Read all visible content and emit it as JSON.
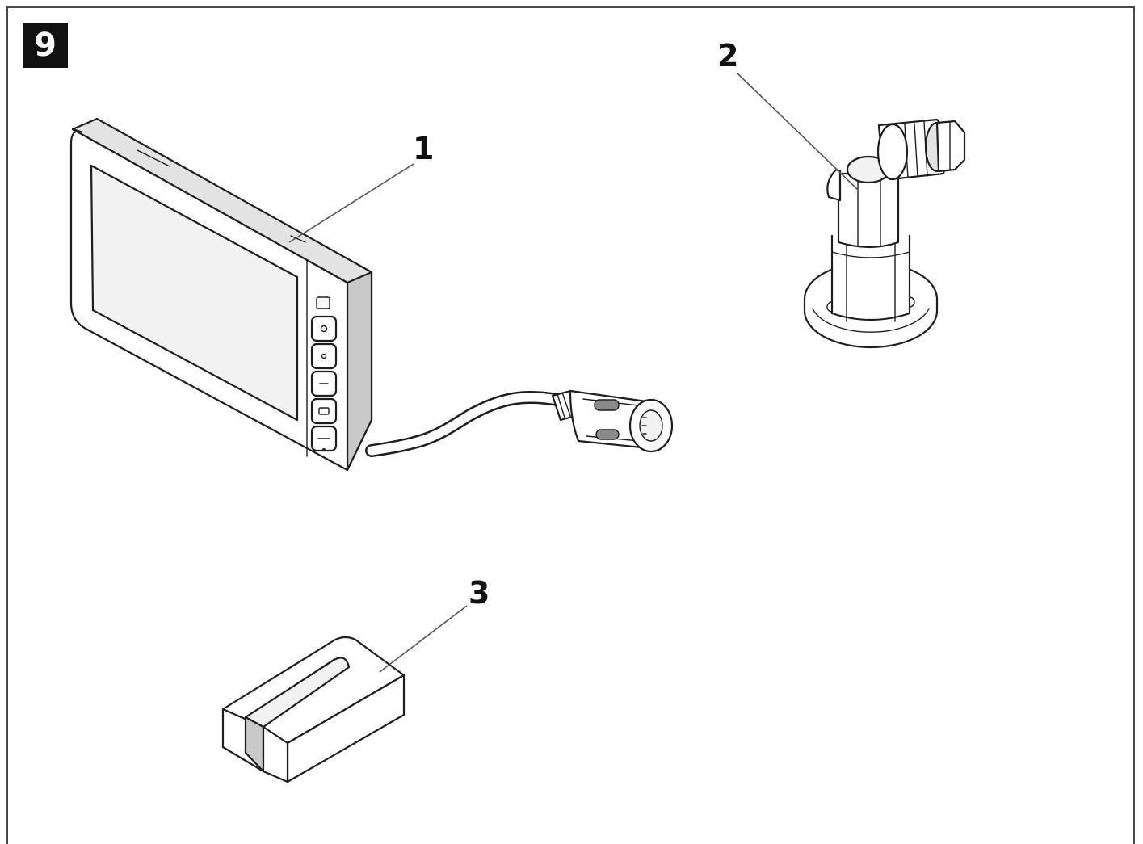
{
  "figure": {
    "number": "9"
  },
  "callouts": [
    {
      "label": "1",
      "part": "monitor"
    },
    {
      "label": "2",
      "part": "suction-mount"
    },
    {
      "label": "3",
      "part": "slotted-foam-block"
    }
  ]
}
